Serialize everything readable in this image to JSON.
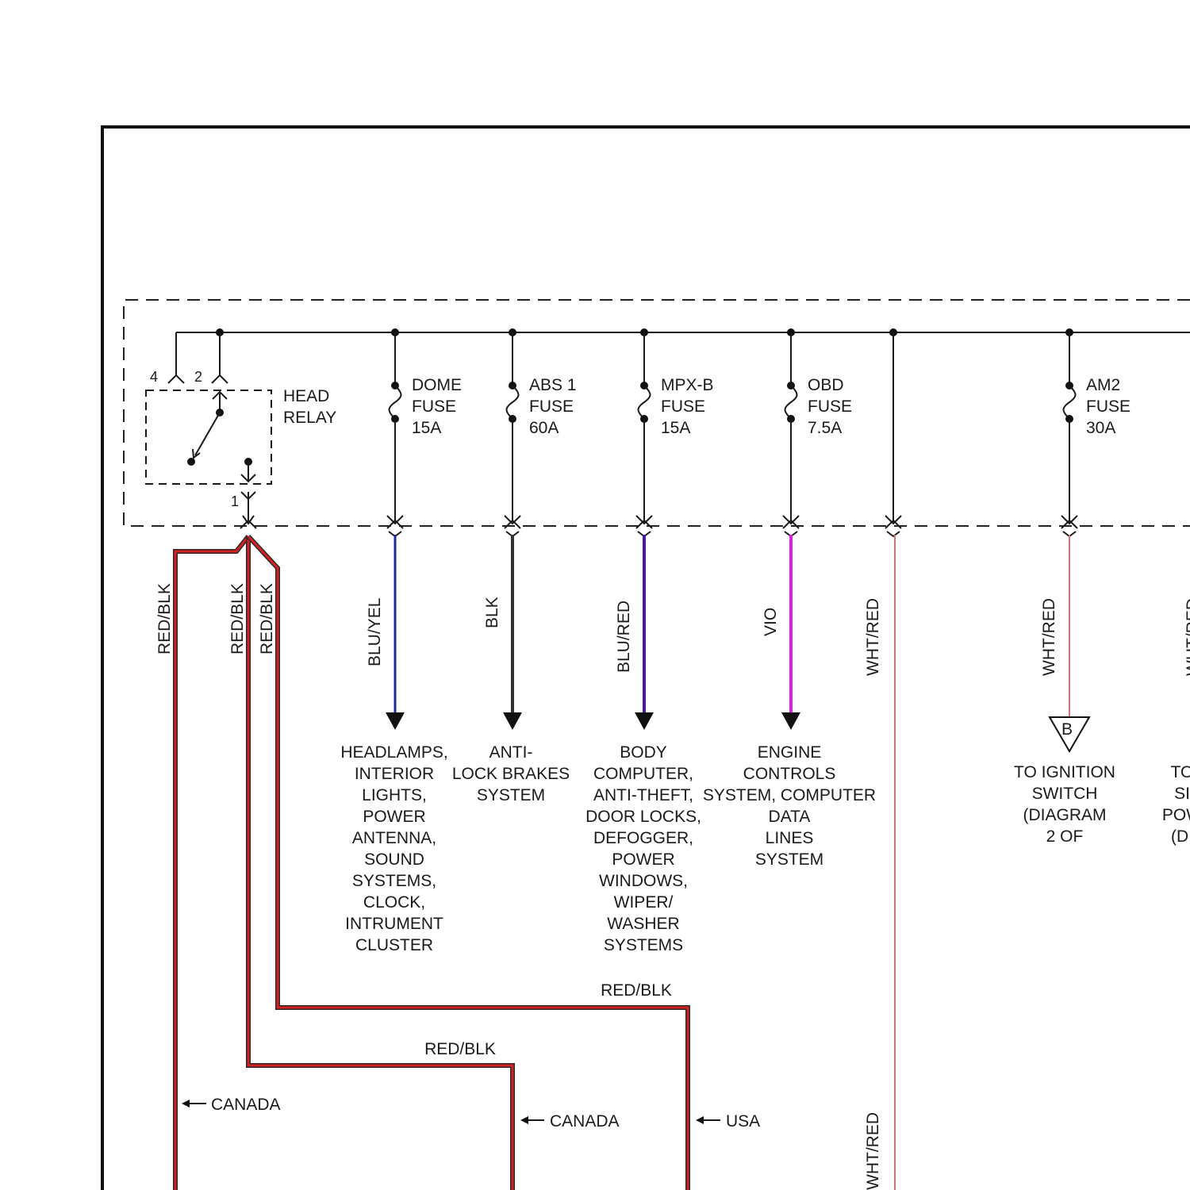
{
  "relay": {
    "title_line1": "HEAD",
    "title_line2": "RELAY",
    "pin_4": "4",
    "pin_2": "2",
    "pin_1": "1"
  },
  "fuses": [
    {
      "name": "DOME",
      "word": "FUSE",
      "rating": "15A"
    },
    {
      "name": "ABS 1",
      "word": "FUSE",
      "rating": "60A"
    },
    {
      "name": "MPX-B",
      "word": "FUSE",
      "rating": "15A"
    },
    {
      "name": "OBD",
      "word": "FUSE",
      "rating": "7.5A"
    },
    {
      "name": "AM2",
      "word": "FUSE",
      "rating": "30A"
    }
  ],
  "wires": {
    "relay_left": "RED/BLK",
    "relay_mid": "RED/BLK",
    "relay_right": "RED/BLK",
    "dome": "BLU/YEL",
    "abs": "BLK",
    "mpx": "BLU/RED",
    "obd": "VIO",
    "junction_top": "WHT/RED",
    "junction_bottom": "WHT/RED",
    "am2": "WHT/RED",
    "partial_right": "WHT/RED",
    "bus_upper": "RED/BLK",
    "bus_lower": "RED/BLK"
  },
  "destinations": {
    "dome": [
      "HEADLAMPS,",
      "INTERIOR",
      "LIGHTS,",
      "POWER",
      "ANTENNA,",
      "SOUND",
      "SYSTEMS,",
      "CLOCK,",
      "INTRUMENT",
      "CLUSTER"
    ],
    "abs": [
      "ANTI-",
      "LOCK BRAKES",
      "SYSTEM"
    ],
    "mpx": [
      "BODY",
      "COMPUTER,",
      "ANTI-THEFT,",
      "DOOR LOCKS,",
      "DEFOGGER,",
      "POWER",
      "WINDOWS,",
      "WIPER/",
      "WASHER",
      "SYSTEMS"
    ],
    "obd": [
      "ENGINE",
      "CONTROLS",
      "SYSTEM, COMPUTER",
      "DATA",
      "LINES",
      "SYSTEM"
    ],
    "am2": [
      "TO IGNITION",
      "SWITCH",
      "(DIAGRAM",
      "2 OF"
    ],
    "partial": [
      "TO",
      "SI",
      "POW",
      "(DI"
    ]
  },
  "connector_b": "B",
  "markets": {
    "left": "CANADA",
    "middle": "CANADA",
    "right": "USA"
  },
  "colors": {
    "red_blk": "#d42020",
    "blu_yel": "#1c2a9a",
    "blk": "#333333",
    "blu_red": "#4a1a9a",
    "vio": "#e020e0",
    "wht_red": "#e07070"
  }
}
